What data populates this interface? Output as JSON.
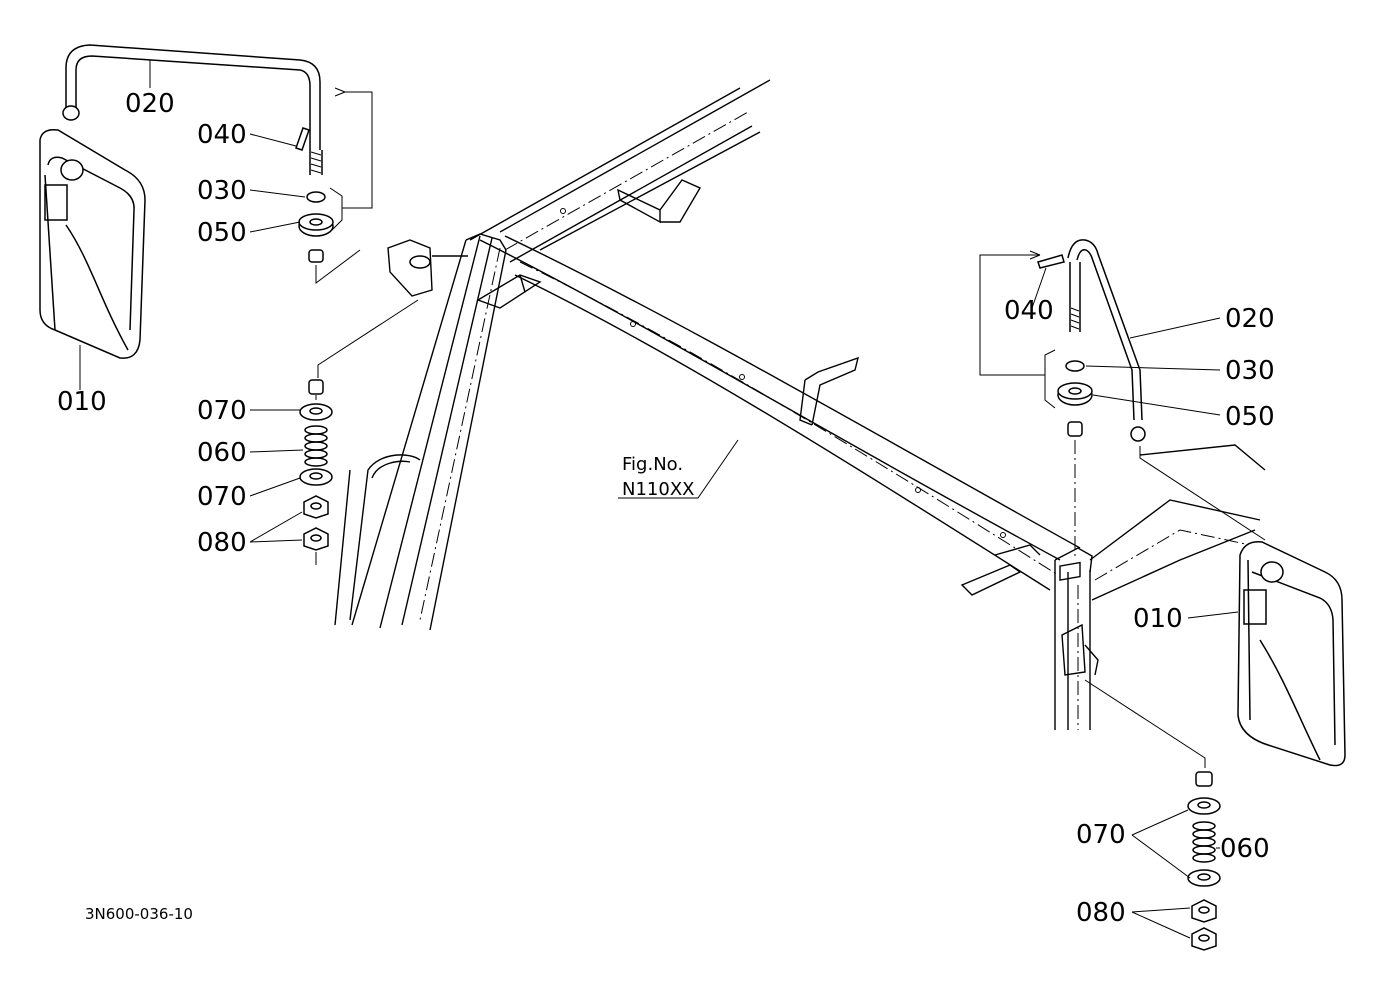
{
  "diagram": {
    "figure_ref": {
      "line1": "Fig.No.",
      "line2": "N110XX"
    },
    "drawing_code": "3N600-036-10",
    "left_assembly": {
      "labels": {
        "mirror": "010",
        "stay": "020",
        "ring": "030",
        "pin": "040",
        "bushing": "050",
        "spring": "060",
        "washer_upper": "070",
        "washer_lower": "070",
        "nut": "080"
      }
    },
    "right_assembly": {
      "labels": {
        "mirror": "010",
        "stay": "020",
        "ring": "030",
        "pin": "040",
        "bushing": "050",
        "spring": "060",
        "washer": "070",
        "nut": "080"
      }
    }
  }
}
